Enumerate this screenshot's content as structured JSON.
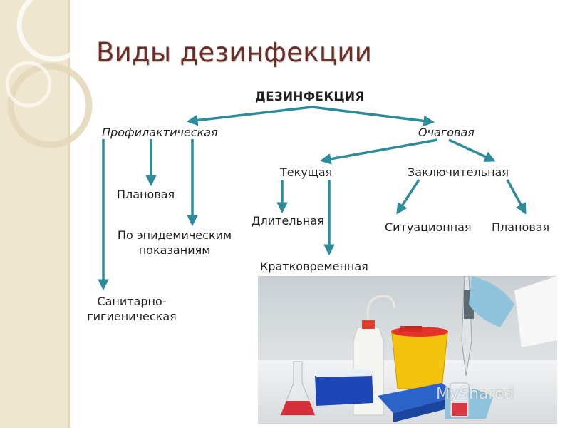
{
  "slide": {
    "title": "Виды дезинфекции"
  },
  "diagram": {
    "root": "ДЕЗИНФЕКЦИЯ",
    "profilactic": {
      "label": "Профилактическая",
      "planned": "Плановая",
      "epidemic_line1": "По эпидемическим",
      "epidemic_line2": "показаниям",
      "sanitary_line1": "Санитарно-",
      "sanitary_line2": "гигиеническая"
    },
    "focal": {
      "label": "Очаговая",
      "current": {
        "label": "Текущая",
        "long": "Длительная",
        "short": "Кратковременная"
      },
      "final": {
        "label": "Заключительная",
        "situational": "Ситуационная",
        "planned": "Плановая"
      }
    },
    "arrow_color": "#2e8b9a"
  },
  "photo": {
    "watermark": "MyShared"
  }
}
